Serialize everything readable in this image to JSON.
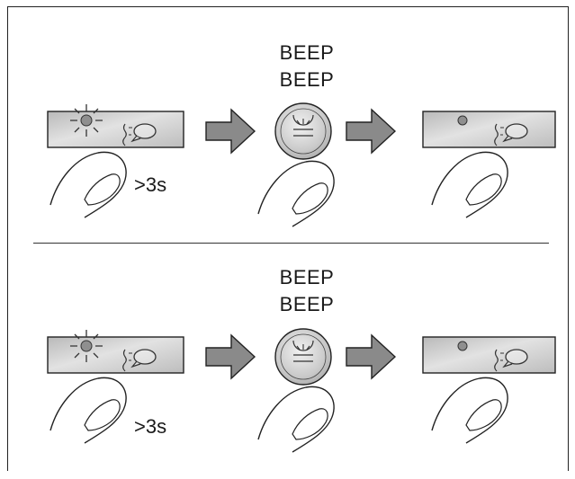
{
  "rows": [
    {
      "beep_line_1": "BEEP",
      "beep_line_2": "BEEP",
      "duration": ">3s"
    },
    {
      "beep_line_1": "BEEP",
      "beep_line_2": "BEEP",
      "duration": ">3s"
    }
  ],
  "colors": {
    "panel": "#c9c9c9",
    "arrow": "#8a8a8a",
    "line": "#222222"
  }
}
